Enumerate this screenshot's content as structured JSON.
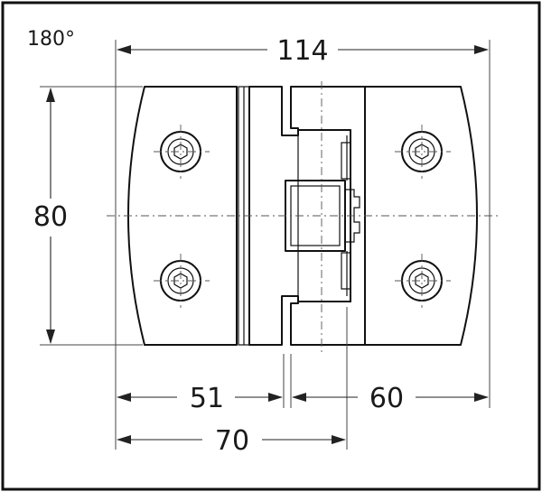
{
  "drawing": {
    "opening_angle": "180°",
    "dimensions": {
      "overall_width": "114",
      "height": "80",
      "left_leaf_width": "51",
      "right_leaf_width": "60",
      "left_span": "70"
    }
  }
}
